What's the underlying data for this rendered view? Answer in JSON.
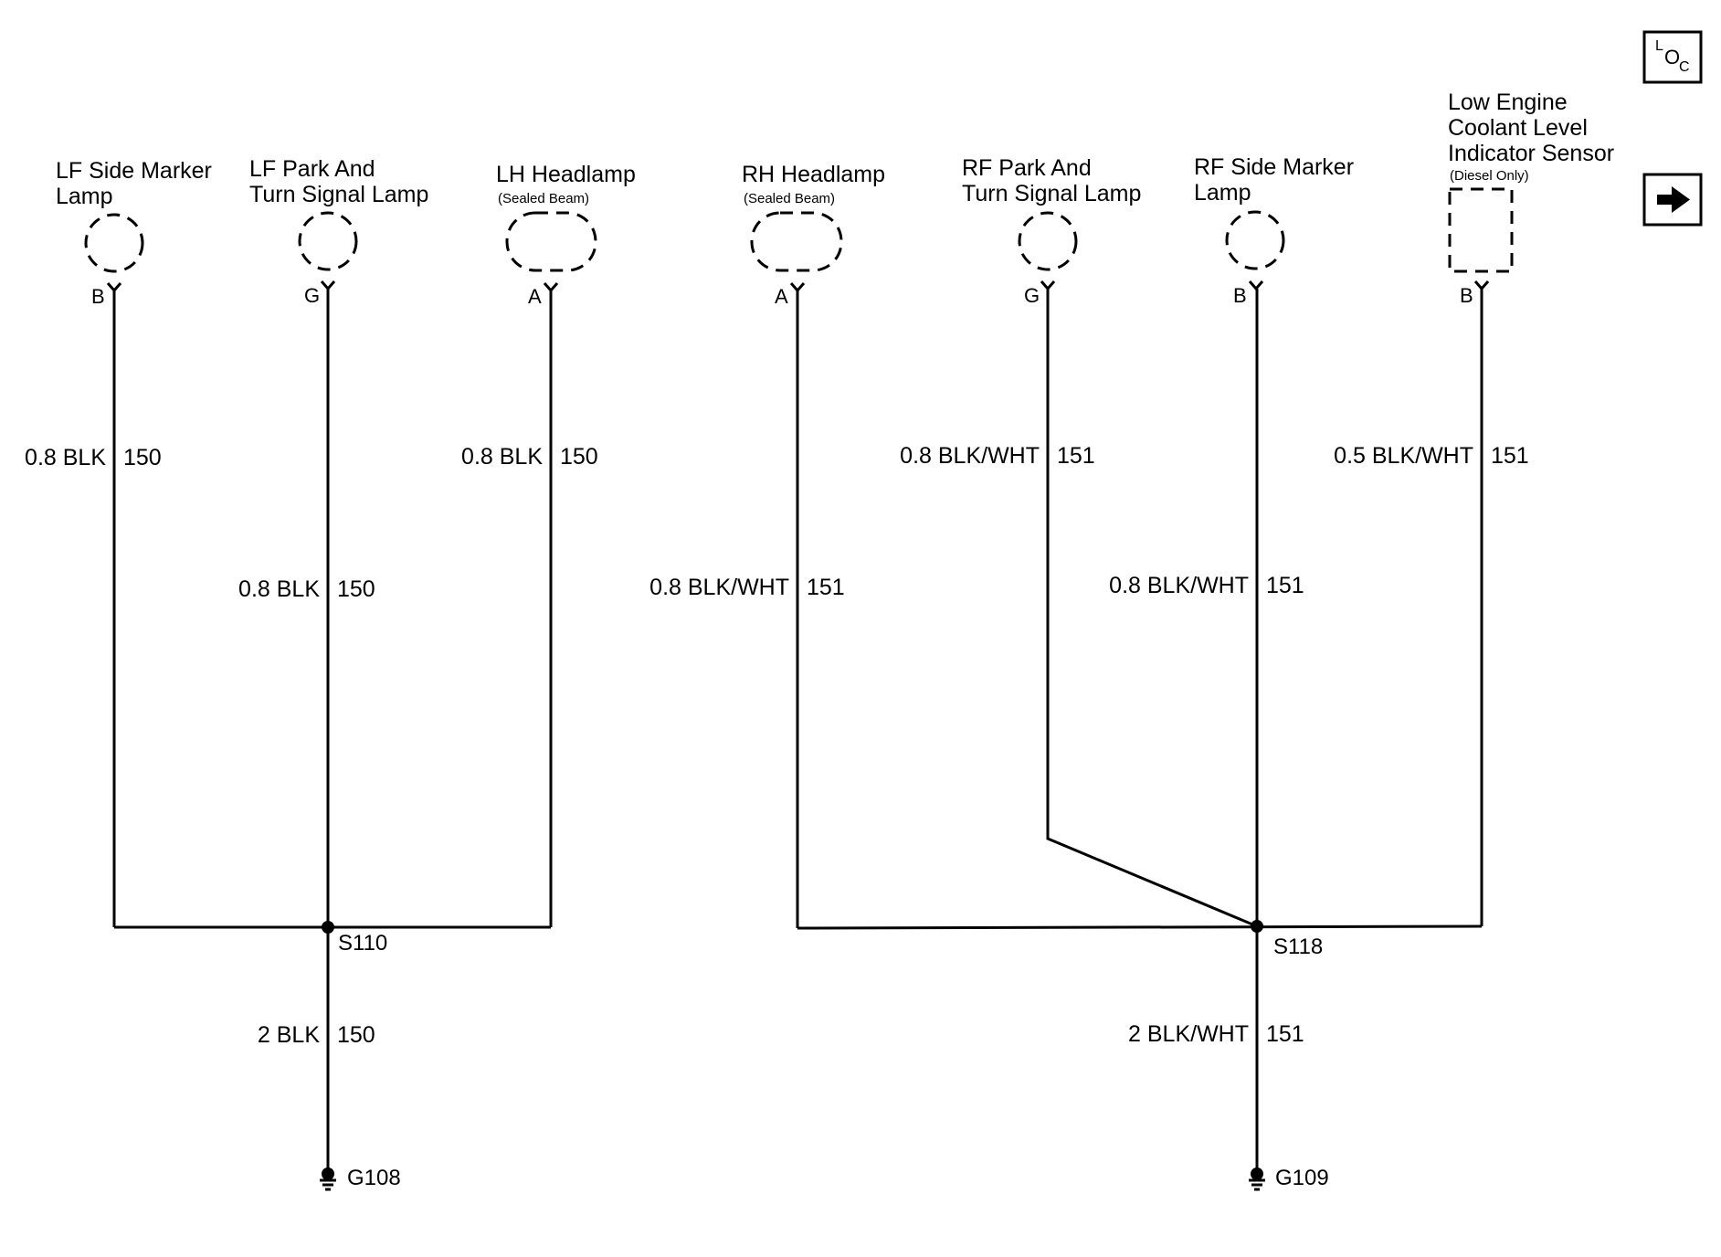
{
  "components": [
    {
      "id": "lf-side-marker",
      "label_lines": [
        "LF Side Marker",
        "Lamp"
      ],
      "pin": "B"
    },
    {
      "id": "lf-park-turn",
      "label_lines": [
        "LF Park And",
        "Turn Signal Lamp"
      ],
      "pin": "G"
    },
    {
      "id": "lh-headlamp",
      "label_lines": [
        "LH Headlamp"
      ],
      "sublabel": "(Sealed Beam)",
      "pin": "A"
    },
    {
      "id": "rh-headlamp",
      "label_lines": [
        "RH Headlamp"
      ],
      "sublabel": "(Sealed Beam)",
      "pin": "A"
    },
    {
      "id": "rf-park-turn",
      "label_lines": [
        "RF Park And",
        "Turn Signal Lamp"
      ],
      "pin": "G"
    },
    {
      "id": "rf-side-marker",
      "label_lines": [
        "RF Side Marker",
        "Lamp"
      ],
      "pin": "B"
    },
    {
      "id": "coolant-sensor",
      "label_lines": [
        "Low Engine",
        "Coolant Level",
        "Indicator Sensor"
      ],
      "sublabel": "(Diesel Only)",
      "pin": "B"
    }
  ],
  "wires": [
    {
      "id": "w1",
      "gauge_color": "0.8 BLK",
      "circuit": "150"
    },
    {
      "id": "w2",
      "gauge_color": "0.8 BLK",
      "circuit": "150"
    },
    {
      "id": "w3",
      "gauge_color": "0.8 BLK",
      "circuit": "150"
    },
    {
      "id": "w4",
      "gauge_color": "0.8 BLK/WHT",
      "circuit": "151"
    },
    {
      "id": "w5",
      "gauge_color": "0.8 BLK/WHT",
      "circuit": "151"
    },
    {
      "id": "w6",
      "gauge_color": "0.8 BLK/WHT",
      "circuit": "151"
    },
    {
      "id": "w7",
      "gauge_color": "0.5 BLK/WHT",
      "circuit": "151"
    },
    {
      "id": "w8",
      "gauge_color": "2 BLK",
      "circuit": "150"
    },
    {
      "id": "w9",
      "gauge_color": "2 BLK/WHT",
      "circuit": "151"
    }
  ],
  "splices": [
    "S110",
    "S118"
  ],
  "grounds": [
    "G108",
    "G109"
  ],
  "nav": {
    "loc_icon": {
      "top": "L",
      "left": "O",
      "right": "C"
    },
    "next_icon": "arrow-right-icon"
  }
}
